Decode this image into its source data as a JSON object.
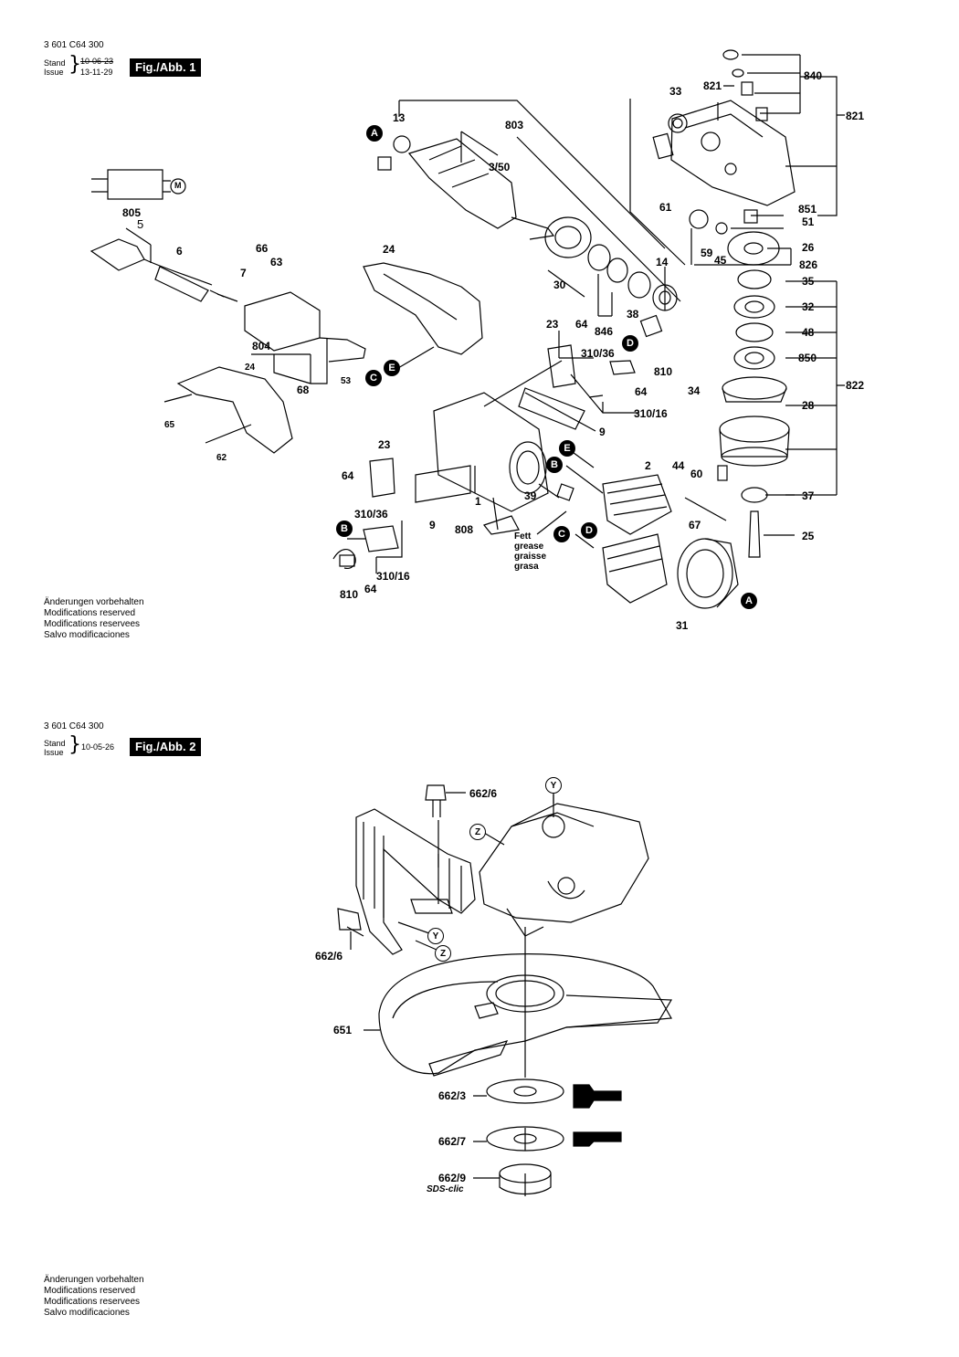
{
  "fig1": {
    "part_number": "3 601 C64 300",
    "stand_label": "Stand",
    "issue_label": "Issue",
    "stand_date": "10-06-23",
    "issue_date": "13-11-29",
    "fig_label": "Fig./Abb. 1",
    "labels": {
      "l840": "840",
      "l821a": "821",
      "l821b": "821",
      "l33": "33",
      "l13": "13",
      "l803": "803",
      "l3_50": "3/50",
      "l851": "851",
      "l51": "51",
      "l61": "61",
      "l59": "59",
      "l45": "45",
      "l26": "26",
      "l826": "826",
      "l35": "35",
      "l32": "32",
      "l48": "48",
      "l850": "850",
      "l34": "34",
      "l28": "28",
      "l822": "822",
      "l60": "60",
      "l37": "37",
      "l25": "25",
      "l14": "14",
      "l30": "30",
      "l38": "38",
      "l846": "846",
      "l805": "805",
      "l5": "5",
      "l6": "6",
      "l66": "66",
      "l63": "63",
      "l7": "7",
      "l24a": "24",
      "l24b": "24",
      "l804": "804",
      "l53": "53",
      "l68": "68",
      "l65": "65",
      "l62": "62",
      "l23a": "23",
      "l64a": "64",
      "l310_36a": "310/36",
      "l810a": "810",
      "l64b": "64",
      "l310_16a": "310/16",
      "l9a": "9",
      "l23b": "23",
      "l64c": "64",
      "l1": "1",
      "l2": "2",
      "l44": "44",
      "l39": "39",
      "l9b": "9",
      "l808": "808",
      "l310_36b": "310/36",
      "l310_16b": "310/16",
      "l810b": "810",
      "l64d": "64",
      "l67": "67",
      "l31": "31"
    },
    "markers": {
      "A1": "A",
      "A2": "A",
      "B1": "B",
      "B2": "B",
      "C1": "C",
      "C2": "C",
      "D1": "D",
      "D2": "D",
      "E1": "E",
      "E2": "E"
    },
    "motor_symbol": "M",
    "grease": [
      "Fett",
      "grease",
      "graisse",
      "grasa"
    ],
    "notes": [
      "Änderungen vorbehalten",
      "Modifications reserved",
      "Modifications reservees",
      "Salvo modificaciones"
    ]
  },
  "fig2": {
    "part_number": "3 601 C64 300",
    "stand_label": "Stand",
    "issue_label": "Issue",
    "date": "10-05-26",
    "fig_label": "Fig./Abb. 2",
    "labels": {
      "l662_6a": "662/6",
      "l662_6b": "662/6",
      "l651": "651",
      "l662_3": "662/3",
      "l662_7": "662/7",
      "l662_9": "662/9",
      "sds": "SDS-clic"
    },
    "markers": {
      "Y1": "Y",
      "Y2": "Y",
      "Z1": "Z",
      "Z2": "Z"
    },
    "notes": [
      "Änderungen vorbehalten",
      "Modifications reserved",
      "Modifications reservees",
      "Salvo modificaciones"
    ]
  }
}
